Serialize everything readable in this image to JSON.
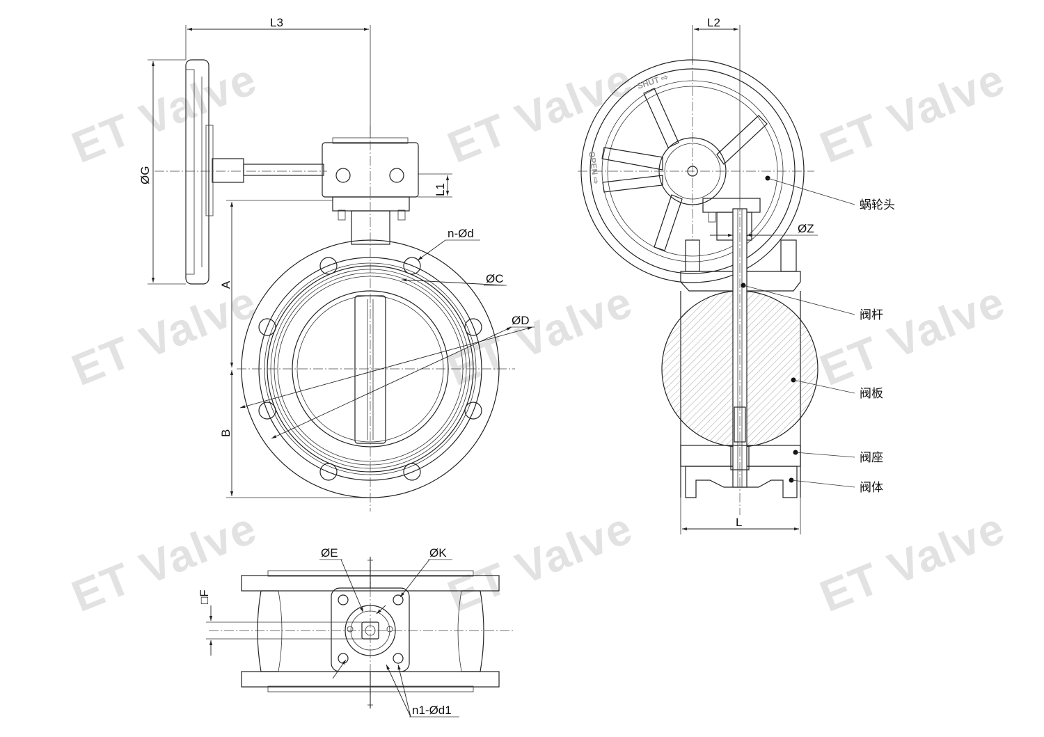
{
  "watermark": "ET Valve",
  "dimensions": {
    "L3": "L3",
    "L2": "L2",
    "L1": "L1",
    "G": "ØG",
    "A": "A",
    "B": "B",
    "nd": "n-Ød",
    "C": "ØC",
    "D": "ØD",
    "Z": "ØZ",
    "L": "L",
    "E": "ØE",
    "K": "ØK",
    "F": "□F",
    "n1d1": "n1-Ød1"
  },
  "parts": {
    "worm_head": "蜗轮头",
    "stem": "阀杆",
    "disc": "阀板",
    "seat": "阀座",
    "body": "阀体"
  },
  "wheel": {
    "shut": "SHUT ⇨",
    "open": "OPEN ⇨"
  },
  "colors": {
    "line": "#222222",
    "watermark": "#e2e2e2",
    "hatch": "#888888"
  }
}
